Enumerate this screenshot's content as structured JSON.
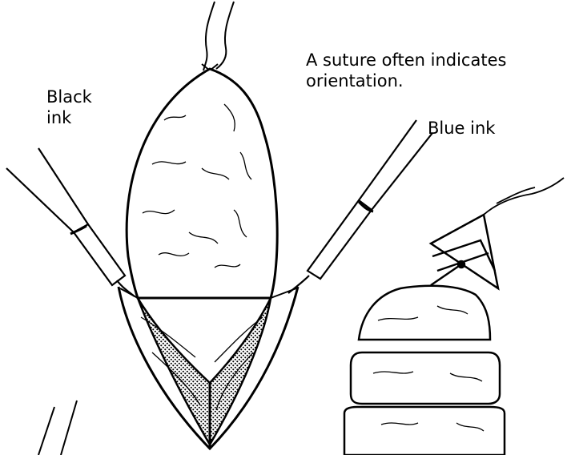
{
  "labels": {
    "black_ink": "Black\nink",
    "blue_ink": "Blue ink",
    "suture_note": "A suture often indicates\norientation."
  },
  "colors": {
    "ink": "#000000",
    "paper": "#ffffff",
    "stipple": "#000000"
  },
  "icons": {
    "specimen": "ellipse-skin-specimen-icon",
    "suture": "suture-thread-icon",
    "left_applicator": "ink-applicator-stick-icon",
    "right_applicator": "ink-applicator-stick-icon",
    "section_slices": "tissue-slice-icon"
  }
}
